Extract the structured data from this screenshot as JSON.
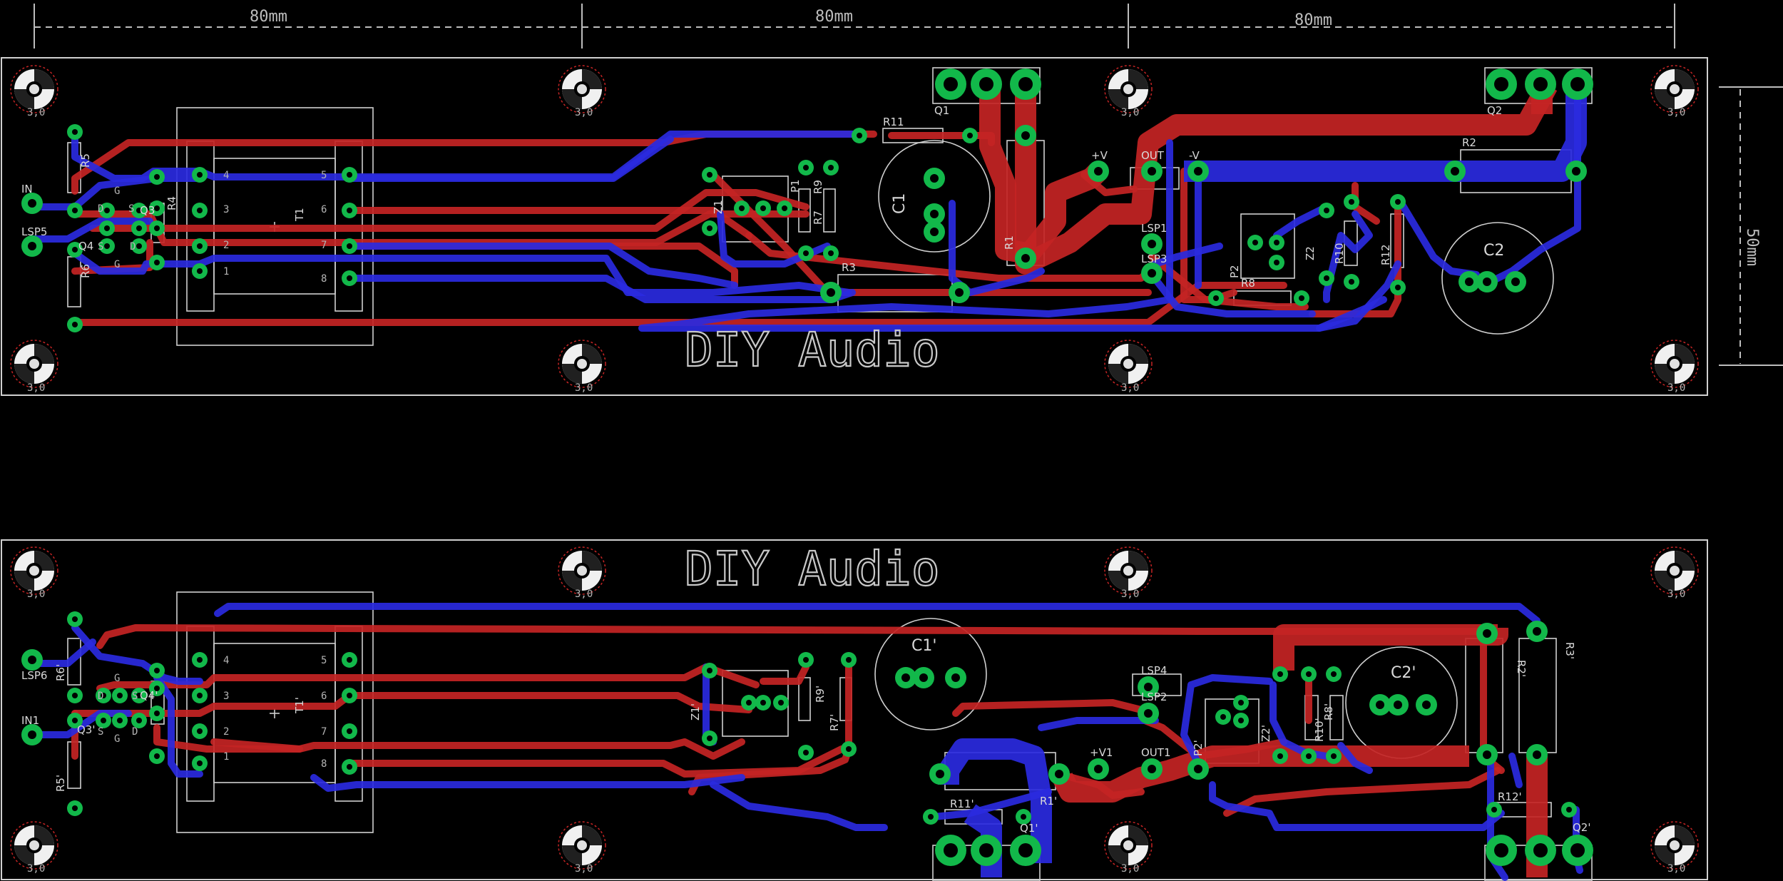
{
  "dimensions": {
    "horizontal": [
      "80mm",
      "80mm",
      "80mm"
    ],
    "vertical": "50mm"
  },
  "mount_hole_label": "3,0",
  "boards": [
    {
      "logo": "DIY Audio",
      "labels": {
        "in": "IN",
        "lsp5": "LSP5",
        "r5": "R5",
        "r6": "R6",
        "r4": "R4",
        "q3": "Q3",
        "q4": "Q4",
        "t1": "T1",
        "z1": "Z1",
        "p1": "P1",
        "r7": "R7",
        "r9": "R9",
        "r3": "R3",
        "r11": "R11",
        "q1": "Q1",
        "c1": "C1",
        "r1": "R1",
        "plusv": "+V",
        "out": "OUT",
        "minusv": "-V",
        "lsp1": "LSP1",
        "lsp3": "LSP3",
        "p2": "P2",
        "r8": "R8",
        "z2": "Z2",
        "r10": "R10",
        "r12": "R12",
        "r2": "R2",
        "q2": "Q2",
        "c2": "C2"
      }
    },
    {
      "logo": "DIY Audio",
      "labels": {
        "lsp6": "LSP6",
        "in1": "IN1",
        "r6": "R6'",
        "r5": "R5'",
        "q3": "Q3'",
        "q4": "Q4'",
        "t1": "T1'",
        "z1": "Z1'",
        "r9": "R9'",
        "r7": "R7'",
        "c1": "C1'",
        "r11": "R11'",
        "q1": "Q1'",
        "r1": "R1'",
        "plusv": "+V1",
        "out": "OUT1",
        "lsp4": "LSP4",
        "lsp2": "LSP2",
        "p2": "P2'",
        "z2": "Z2'",
        "r10": "R10'",
        "r8": "R8'",
        "c2": "C2'",
        "r2": "R2'",
        "r3": "R3'",
        "r12": "R12'",
        "q2": "Q2'"
      }
    }
  ],
  "transformer_pins": [
    "4",
    "3",
    "2",
    "1",
    "5",
    "6",
    "7",
    "8"
  ],
  "fet_pins": [
    "G",
    "D",
    "S",
    "G",
    "D",
    "S"
  ],
  "colors": {
    "top_layer": "#c42424",
    "bottom_layer": "#2a2ae0",
    "pad": "#12b84a",
    "silkscreen": "#cfcfcf",
    "background": "#000000"
  }
}
